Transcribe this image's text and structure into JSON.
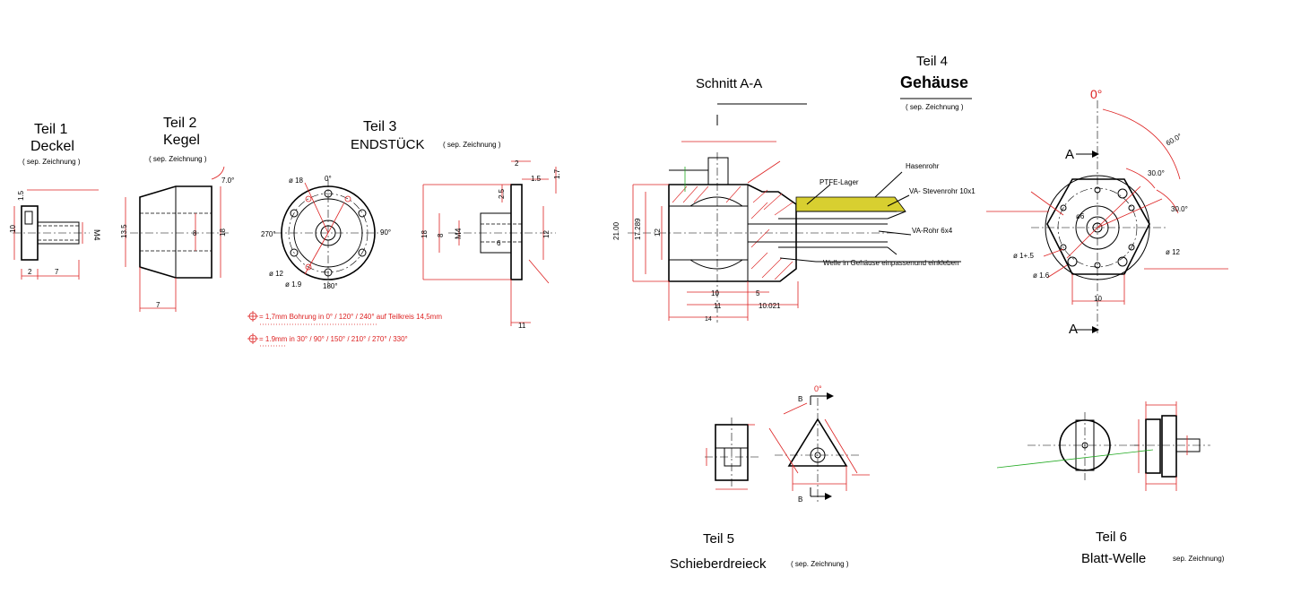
{
  "colors": {
    "dimension": "#dd2222",
    "outline": "#000000",
    "ptfe": "#d8cf30",
    "leader_green": "#22aa22"
  },
  "parts": {
    "teil1": {
      "title": "Teil 1",
      "name": "Deckel",
      "note": "( sep. Zeichnung )"
    },
    "teil2": {
      "title": "Teil 2",
      "name": "Kegel",
      "note": "( sep. Zeichnung )"
    },
    "teil3": {
      "title": "Teil 3",
      "name": "ENDSTÜCK",
      "note": "( sep. Zeichnung )"
    },
    "schnitt": {
      "title": "Schnitt A-A"
    },
    "teil4": {
      "title": "Teil 4",
      "name": "Gehäuse",
      "note": "( sep. Zeichnung )"
    },
    "teil5": {
      "title": "Teil 5",
      "name": "Schieberdreieck",
      "note": "( sep. Zeichnung )"
    },
    "teil6": {
      "title": "Teil 6",
      "name": "Blatt-Welle",
      "note": "sep. Zeichnung)"
    }
  },
  "teil1_dims": {
    "d10": "10",
    "d1_5": "1.5",
    "m4": "M4",
    "d2": "2",
    "d7": "7"
  },
  "teil2_dims": {
    "d13_5": "13.5",
    "d8": "8",
    "d18": "18",
    "d7": "7",
    "angle": "7.0°"
  },
  "teil3_dims": {
    "d18": "ø 18",
    "d12": "ø 12",
    "d1_9": "ø 1.9",
    "a0": "0°",
    "a90": "90°",
    "a180": "180°",
    "a270": "270°",
    "s18": "18",
    "s8": "8",
    "m4": "M4",
    "s6": "6",
    "s12": "12",
    "s2": "2",
    "s1_5": "1.5",
    "s1_7": "1.7",
    "s2_5": "2.5",
    "s11": "11"
  },
  "teil3_notes": {
    "bore1": "= 1,7mm  Bohrung in 0° / 120° / 240° auf Teilkreis 14,5mm",
    "bore2": "= 1.9mm  in  30° / 90° / 150° / 210° / 270° / 330°"
  },
  "schnitt_dims": {
    "d21": "21.00",
    "d17": "17.289",
    "d12": "12",
    "d10": "10",
    "d5": "5",
    "d11": "11",
    "d10_021": "10.021",
    "d14": "14"
  },
  "schnitt_labels": {
    "hasenrohr": "Hasenrohr",
    "ptfe": "PTFE-Lager",
    "va_steven": "VA- Stevenrohr 10x1",
    "va_rohr": "VA-Rohr 6x4",
    "welle": "Welle  in  Gehäuse einpassenund einkleben"
  },
  "teil4_dims": {
    "a0": "0°",
    "a60": "60.0°",
    "a30a": "30.0°",
    "a30b": "30.0°",
    "d6": "ø6",
    "d12": "ø 12",
    "d1_5a": "ø 1+.5",
    "d1_6": "ø 1.6",
    "d10": "10",
    "sectionA": "A"
  },
  "teil5_dims": {
    "a0": "0°",
    "sectionB": "B"
  }
}
